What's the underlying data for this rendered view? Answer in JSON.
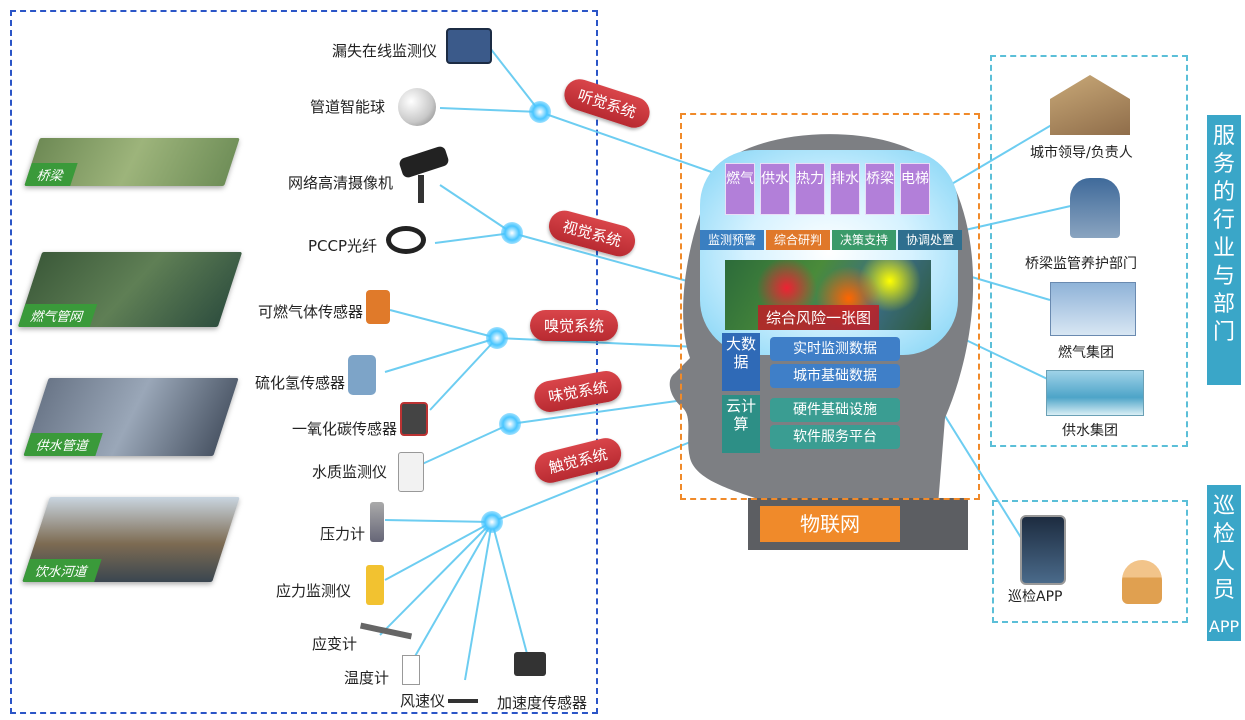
{
  "sensors": [
    {
      "label": "漏失在线监测仪",
      "icon": "leak-monitor-icon"
    },
    {
      "label": "管道智能球",
      "icon": "smart-ball-icon"
    },
    {
      "label": "网络高清摄像机",
      "icon": "camera-icon"
    },
    {
      "label": "PCCP光纤",
      "icon": "fiber-coil-icon"
    },
    {
      "label": "可燃气体传感器",
      "icon": "gas-sensor-icon"
    },
    {
      "label": "硫化氢传感器",
      "icon": "h2s-sensor-icon"
    },
    {
      "label": "一氧化碳传感器",
      "icon": "co-sensor-icon"
    },
    {
      "label": "水质监测仪",
      "icon": "water-quality-icon"
    },
    {
      "label": "压力计",
      "icon": "pressure-gauge-icon"
    },
    {
      "label": "应力监测仪",
      "icon": "stress-monitor-icon"
    },
    {
      "label": "应变计",
      "icon": "strain-gauge-icon"
    },
    {
      "label": "温度计",
      "icon": "thermometer-icon"
    },
    {
      "label": "风速仪",
      "icon": "anemometer-icon"
    },
    {
      "label": "加速度传感器",
      "icon": "accelerometer-icon"
    }
  ],
  "systems": [
    "听觉系统",
    "视觉系统",
    "嗅觉系统",
    "味觉系统",
    "触觉系统"
  ],
  "scenes": [
    "桥梁",
    "燃气管网",
    "供水管道",
    "饮水河道"
  ],
  "utilities": [
    "燃气",
    "供水",
    "热力",
    "排水",
    "桥梁",
    "电梯"
  ],
  "functions": [
    {
      "label": "监测预警",
      "color": "#3a7fc1"
    },
    {
      "label": "综合研判",
      "color": "#e0782a"
    },
    {
      "label": "决策支持",
      "color": "#3a9a6a"
    },
    {
      "label": "协调处置",
      "color": "#2f6f8f"
    }
  ],
  "heatmap_caption": "综合风险一张图",
  "bigdata": {
    "title": "大数据",
    "items": [
      "实时监测数据",
      "城市基础数据"
    ]
  },
  "cloud": {
    "title": "云计算",
    "items": [
      "硬件基础设施",
      "软件服务平台"
    ]
  },
  "iot_label": "物联网",
  "departments": [
    {
      "label": "城市领导/负责人",
      "icon": "house-people-icon"
    },
    {
      "label": "桥梁监管养护部门",
      "icon": "office-worker-icon"
    },
    {
      "label": "燃气集团",
      "icon": "building-icon"
    },
    {
      "label": "供水集团",
      "icon": "water-plant-icon"
    }
  ],
  "inspection": {
    "label": "巡检APP",
    "icon": "phone-icon",
    "person_icon": "inspector-icon"
  },
  "side_tabs": {
    "services": "服务的行业与部门",
    "inspectors": "巡检人员",
    "inspectors_app": "APP"
  }
}
